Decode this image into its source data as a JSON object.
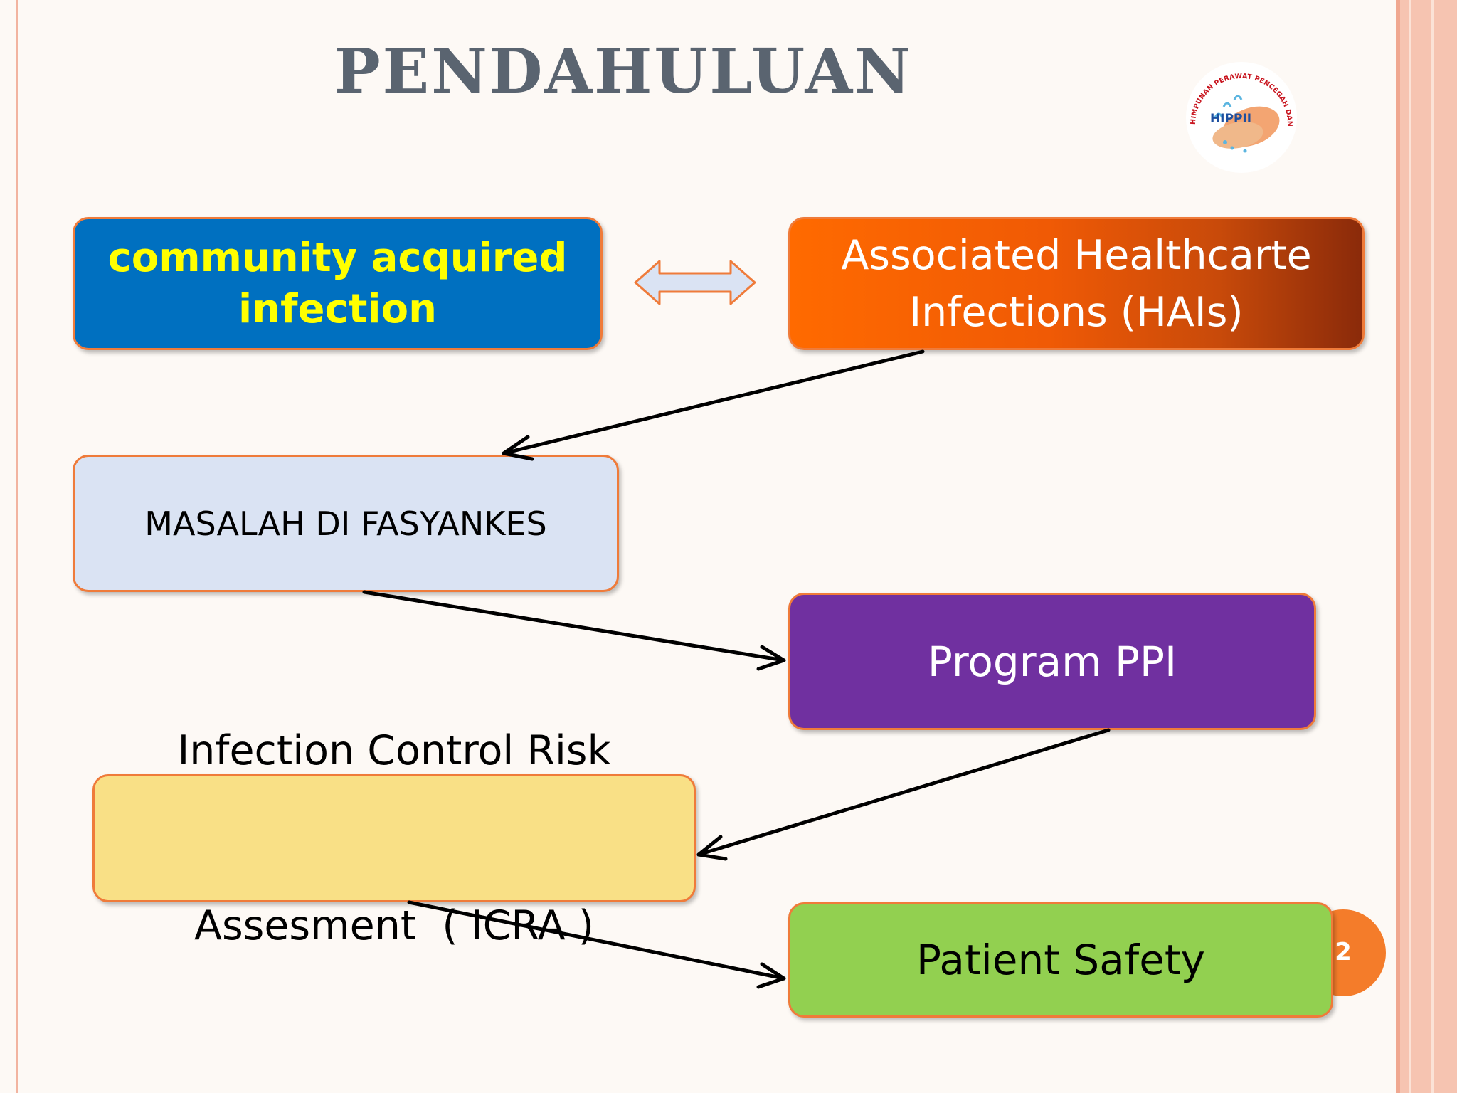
{
  "slide": {
    "title": "PENDAHULUAN",
    "page_number": "2"
  },
  "logo": {
    "name": "hippii-logo",
    "text": "HIPPII",
    "ring_text": "HIMPUNAN PERAWAT PENCEGAH DAN PENGENDALI INFEKSI INDONESIA"
  },
  "diagram": {
    "community": "community acquired infection",
    "hais": "Associated Healthcarte Infections (HAIs)",
    "masalah": "MASALAH DI FASYANKES",
    "ppi": "Program PPI",
    "icra_line1": "Infection Control Risk",
    "icra_line2": "Assesment  ( ICRA )",
    "safety": "Patient Safety"
  },
  "colors": {
    "community_fill": "#0070c0",
    "community_text": "#ffff00",
    "hais_fill": "#f05a05",
    "masalah_fill": "#dae3f3",
    "ppi_fill": "#7030a0",
    "icra_fill": "#f9e086",
    "safety_fill": "#92d050",
    "border": "#ef7b3a",
    "title": "#5a6470",
    "page_circle": "#f47c2a"
  }
}
